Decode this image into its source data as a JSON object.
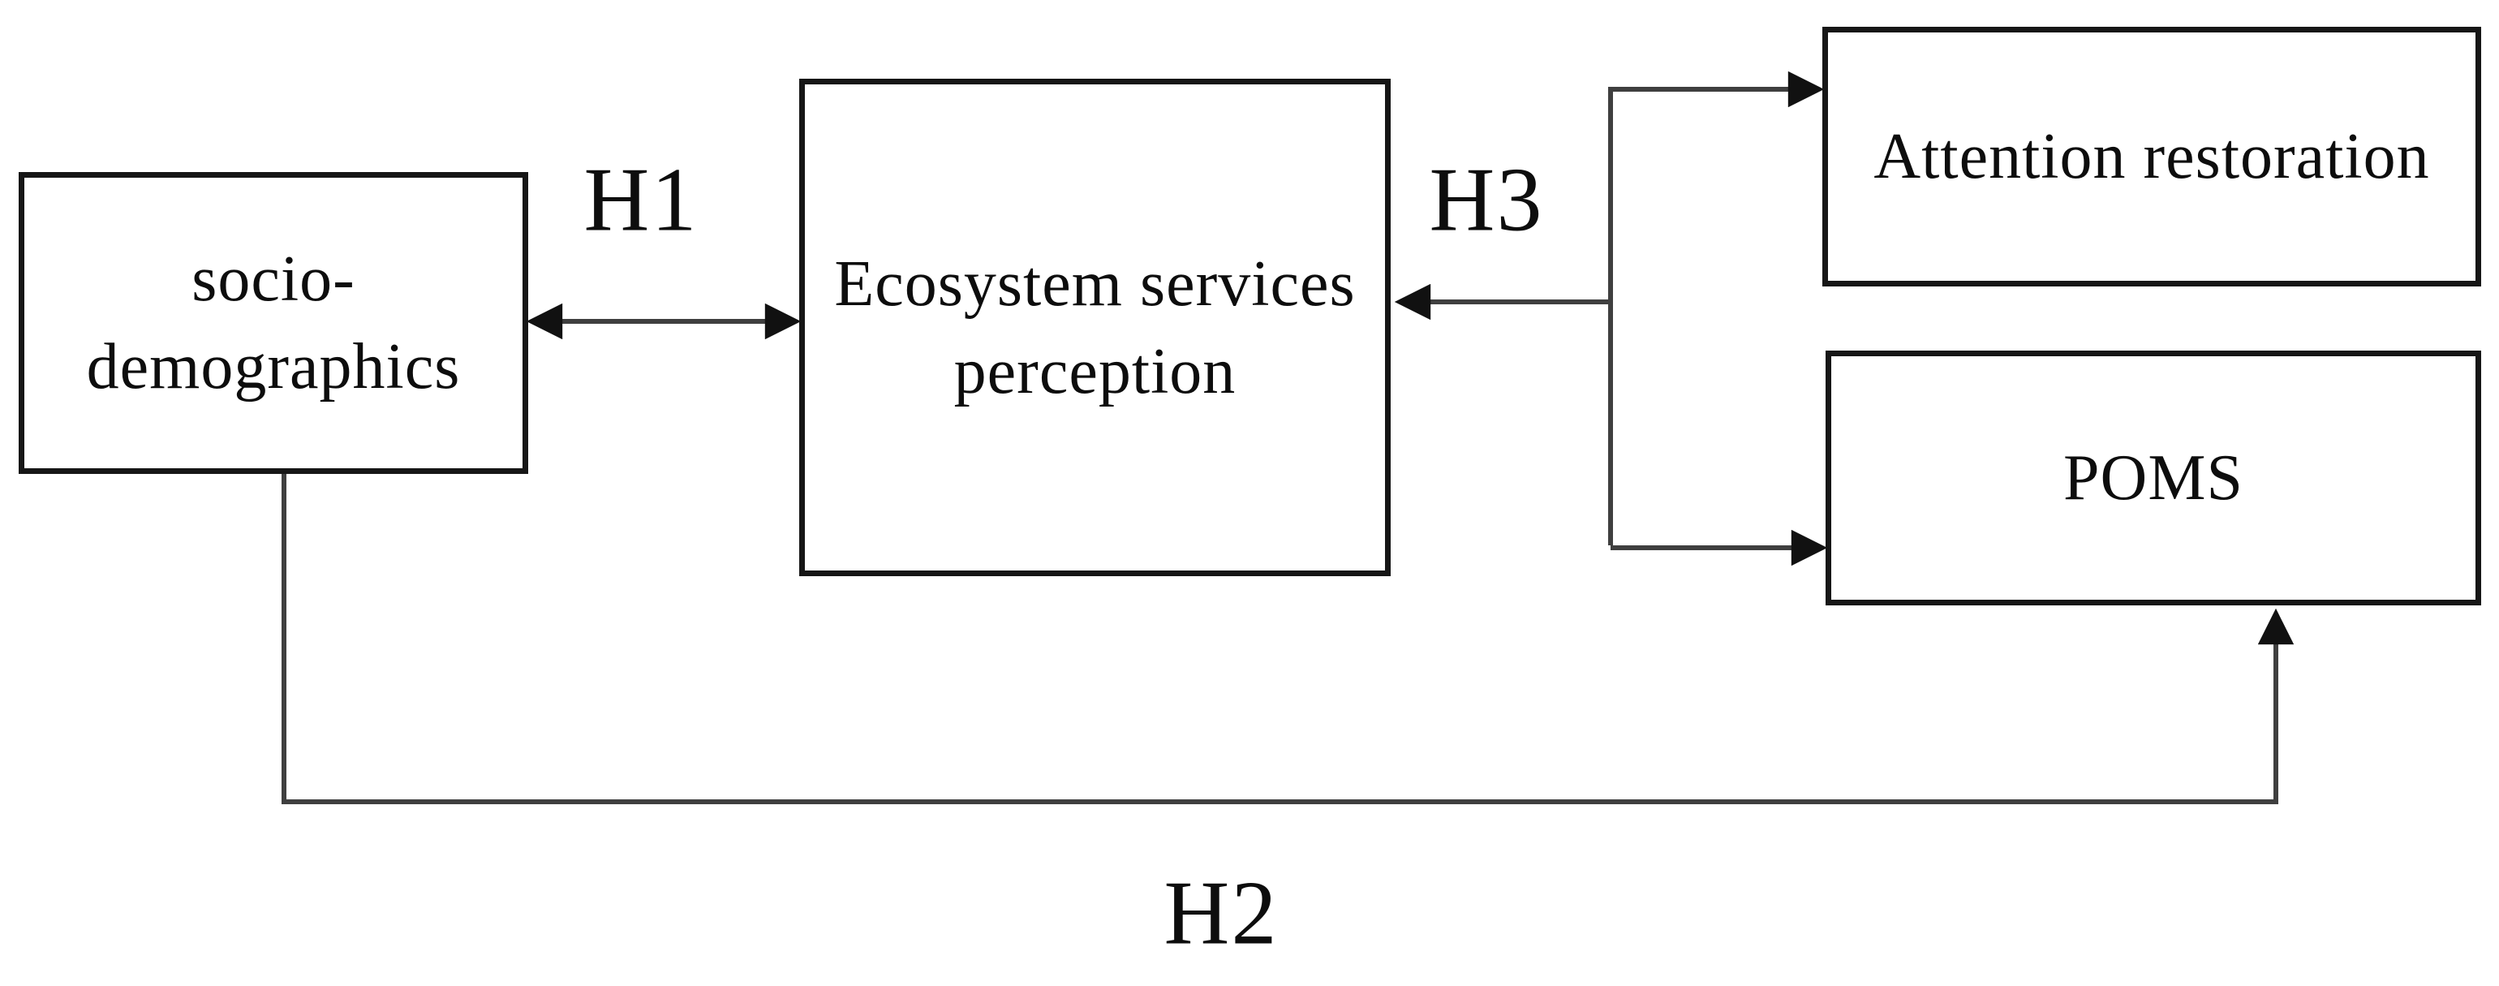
{
  "diagram": {
    "nodes": [
      {
        "id": "socio-demographics",
        "label": "socio-\ndemographics"
      },
      {
        "id": "ecosystem-services-perception",
        "label": "Ecosystem services\nperception"
      },
      {
        "id": "attention-restoration",
        "label": "Attention restoration"
      },
      {
        "id": "poms",
        "label": "POMS"
      }
    ],
    "hypothesis_labels": {
      "h1": "H1",
      "h2": "H2",
      "h3": "H3"
    },
    "edges": [
      {
        "label": "H1",
        "between": [
          "socio-demographics",
          "Ecosystem services perception"
        ],
        "direction": "bidirectional"
      },
      {
        "label": "H2",
        "from": "socio-demographics",
        "to": "POMS",
        "direction": "one-way into bottom of POMS"
      },
      {
        "label": "H3",
        "from": "branch linking Attention restoration and POMS",
        "to": "Ecosystem services perception",
        "direction": "arrowheads into Ecosystem services perception, Attention restoration and POMS"
      }
    ],
    "colors": {
      "background": "#ffffff",
      "box_border": "#161616",
      "text": "#0d0d0d",
      "connector_line": "#3f3f3f",
      "arrowhead": "#111111"
    }
  }
}
